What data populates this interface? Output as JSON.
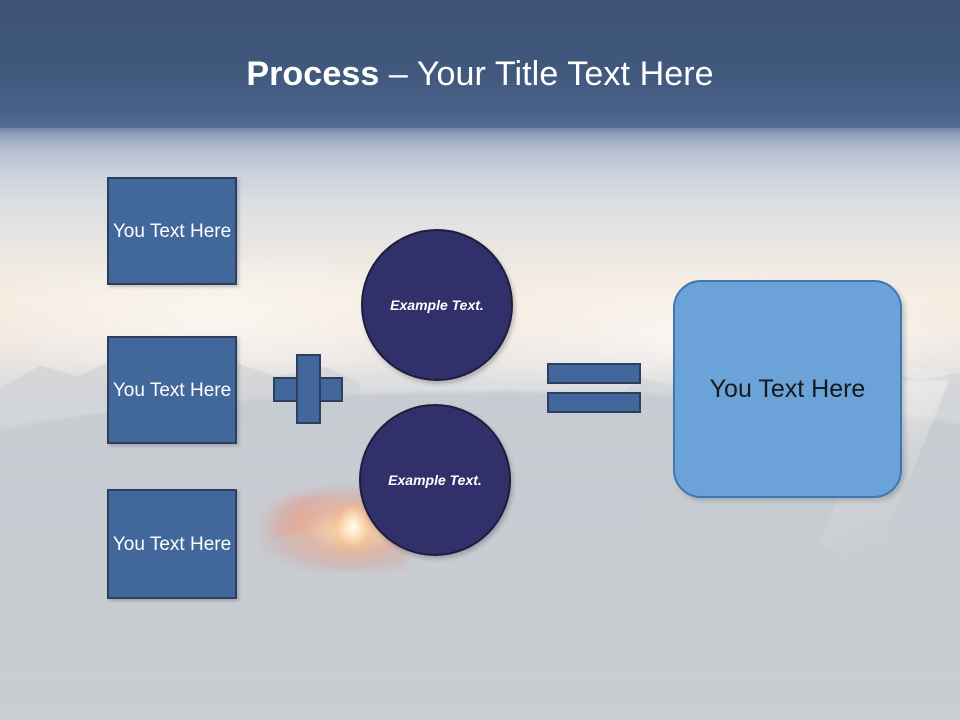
{
  "slide": {
    "title": {
      "strong": "Process",
      "rest": " – Your Title Text Here"
    }
  },
  "inputs": [
    {
      "label": "You Text Here"
    },
    {
      "label": "You Text Here"
    },
    {
      "label": "You Text Here"
    }
  ],
  "circles": [
    {
      "label": "Example Text."
    },
    {
      "label": "Example Text."
    }
  ],
  "operators": {
    "plus": "plus-icon",
    "equals": "equals-icon"
  },
  "result": {
    "label": "You Text Here"
  },
  "colors": {
    "title_band": "#41587d",
    "title_text": "#ffffff",
    "input_box_fill": "#42679b",
    "input_box_border": "#2d3f5c",
    "circle_fill": "#32306a",
    "circle_border": "#1d1d3c",
    "operator_fill": "#42679b",
    "operator_border": "#2d3f5c",
    "result_fill": "#6ba3d8",
    "result_border": "#3d78b0",
    "result_text": "#16191d"
  }
}
